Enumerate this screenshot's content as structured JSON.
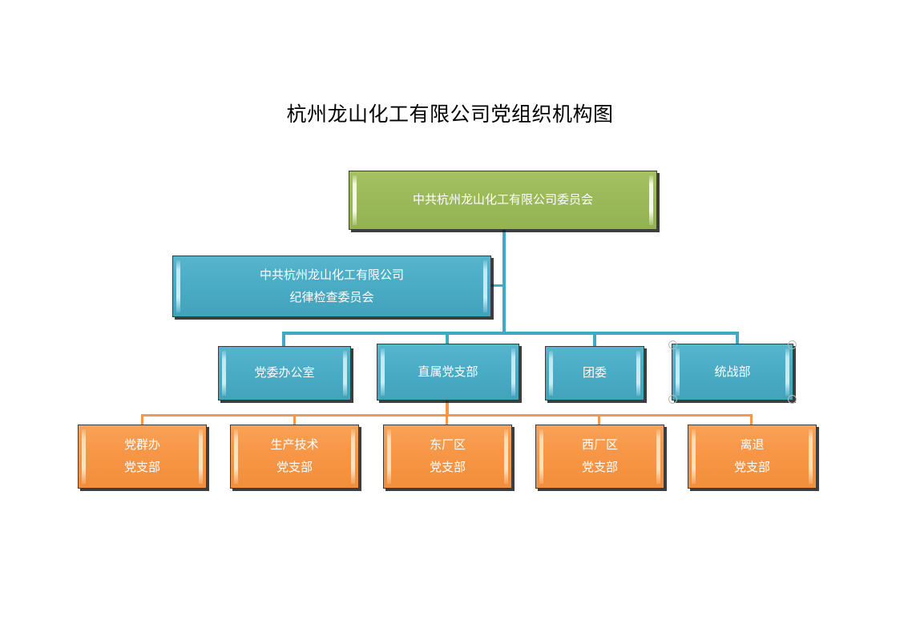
{
  "page": {
    "title": "杭州龙山化工有限公司党组织机构图",
    "background_color": "#FFFFFF"
  },
  "colors": {
    "green": "#9BBB59",
    "blue": "#4BACC6",
    "orange": "#F79646",
    "blue_connector": "#41A9C4",
    "orange_connector": "#F79646",
    "box_border": "#3A3A3A",
    "text": "#FFFFFF",
    "title_text": "#000000"
  },
  "chart_data": {
    "type": "diagram",
    "title": "杭州龙山化工有限公司党组织机构图",
    "nodes": [
      {
        "id": "root",
        "label": "中共杭州龙山化工有限公司委员会",
        "color": "#9BBB59",
        "level": 0
      },
      {
        "id": "discipline",
        "label_line1": "中共杭州龙山化工有限公司",
        "label_line2": "纪律检查委员会",
        "color": "#4BACC6",
        "level": 1,
        "relation": "staff"
      },
      {
        "id": "office",
        "label": "党委办公室",
        "color": "#4BACC6",
        "level": 2
      },
      {
        "id": "direct-branch",
        "label": "直属党支部",
        "color": "#4BACC6",
        "level": 2
      },
      {
        "id": "youth-league",
        "label": "团委",
        "color": "#4BACC6",
        "level": 2
      },
      {
        "id": "united-front",
        "label": "统战部",
        "color": "#4BACC6",
        "level": 2,
        "selected": true
      },
      {
        "id": "branch-dangqunban",
        "label_line1": "党群办",
        "label_line2": "党支部",
        "color": "#F79646",
        "level": 3
      },
      {
        "id": "branch-production",
        "label_line1": "生产技术",
        "label_line2": "党支部",
        "color": "#F79646",
        "level": 3
      },
      {
        "id": "branch-east",
        "label_line1": "东厂区",
        "label_line2": "党支部",
        "color": "#F79646",
        "level": 3
      },
      {
        "id": "branch-west",
        "label_line1": "西厂区",
        "label_line2": "党支部",
        "color": "#F79646",
        "level": 3
      },
      {
        "id": "branch-retired",
        "label_line1": "离退",
        "label_line2": "党支部",
        "color": "#F79646",
        "level": 3
      }
    ],
    "edges": [
      {
        "from": "root",
        "to": "discipline"
      },
      {
        "from": "root",
        "to": "office"
      },
      {
        "from": "root",
        "to": "direct-branch"
      },
      {
        "from": "root",
        "to": "youth-league"
      },
      {
        "from": "root",
        "to": "united-front"
      },
      {
        "from": "direct-branch",
        "to": "branch-dangqunban"
      },
      {
        "from": "direct-branch",
        "to": "branch-production"
      },
      {
        "from": "direct-branch",
        "to": "branch-east"
      },
      {
        "from": "direct-branch",
        "to": "branch-west"
      },
      {
        "from": "direct-branch",
        "to": "branch-retired"
      }
    ]
  },
  "root": {
    "label": "中共杭州龙山化工有限公司委员会"
  },
  "discipline": {
    "line1": "中共杭州龙山化工有限公司",
    "line2": "纪律检查委员会"
  },
  "departments": [
    {
      "label": "党委办公室"
    },
    {
      "label": "直属党支部"
    },
    {
      "label": "团委"
    },
    {
      "label": "统战部"
    }
  ],
  "branches": [
    {
      "line1": "党群办",
      "line2": "党支部"
    },
    {
      "line1": "生产技术",
      "line2": "党支部"
    },
    {
      "line1": "东厂区",
      "line2": "党支部"
    },
    {
      "line1": "西厂区",
      "line2": "党支部"
    },
    {
      "line1": "离退",
      "line2": "党支部"
    }
  ]
}
